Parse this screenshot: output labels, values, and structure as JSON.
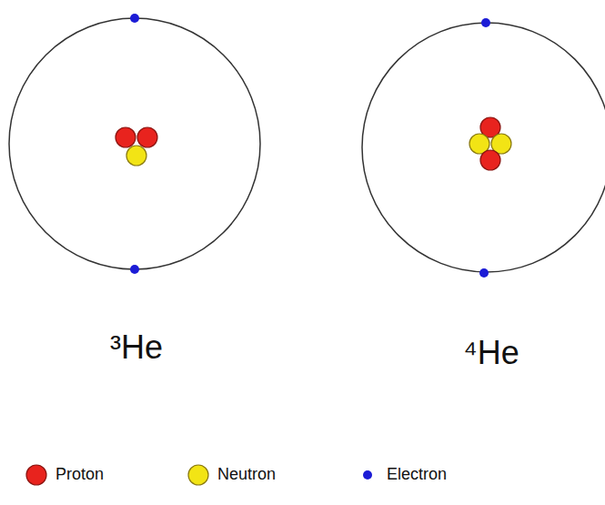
{
  "diagram": {
    "labels": [
      "³He",
      "⁴He"
    ],
    "legend": [
      {
        "text": "Proton",
        "color": "#e8231e"
      },
      {
        "text": "Neutron",
        "color": "#f2e415"
      },
      {
        "text": "Electron",
        "color": "#1c1cd6"
      }
    ]
  }
}
